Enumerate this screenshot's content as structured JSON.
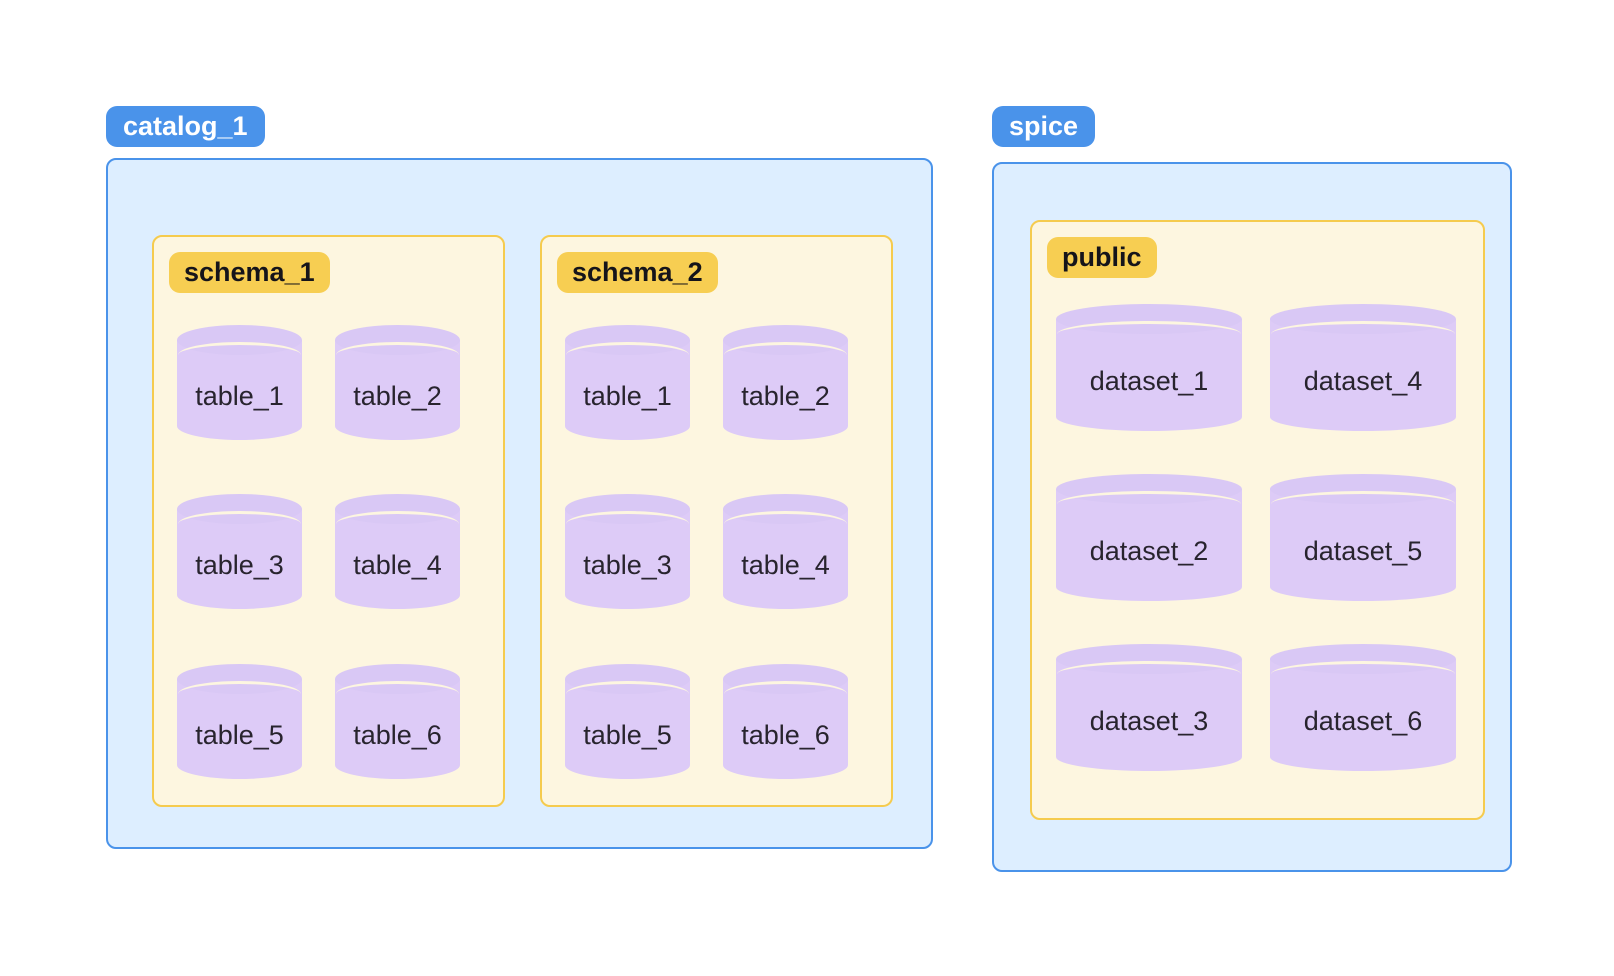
{
  "diagram": {
    "type": "data-hierarchy",
    "background_color": "#ffffff",
    "colors": {
      "catalog_fill": "#ddeeff",
      "catalog_border": "#4a93ea",
      "catalog_badge": "#4a93ea",
      "catalog_badge_text": "#ffffff",
      "schema_fill": "#fdf6e0",
      "schema_border": "#f5cb4e",
      "schema_badge": "#f7ce52",
      "schema_badge_text": "#15141a",
      "cylinder_fill": "#ddcbf7",
      "cylinder_top": "#d9c8f5",
      "cylinder_line": "#fdf6e0",
      "label_text": "#28242e"
    },
    "catalogs": [
      {
        "name": "catalog_1",
        "badge_label": "catalog_1",
        "schemas": [
          {
            "name": "schema_1",
            "badge_label": "schema_1",
            "objects": [
              {
                "label": "table_1",
                "icon": "database-cylinder-icon"
              },
              {
                "label": "table_2",
                "icon": "database-cylinder-icon"
              },
              {
                "label": "table_3",
                "icon": "database-cylinder-icon"
              },
              {
                "label": "table_4",
                "icon": "database-cylinder-icon"
              },
              {
                "label": "table_5",
                "icon": "database-cylinder-icon"
              },
              {
                "label": "table_6",
                "icon": "database-cylinder-icon"
              }
            ]
          },
          {
            "name": "schema_2",
            "badge_label": "schema_2",
            "objects": [
              {
                "label": "table_1",
                "icon": "database-cylinder-icon"
              },
              {
                "label": "table_2",
                "icon": "database-cylinder-icon"
              },
              {
                "label": "table_3",
                "icon": "database-cylinder-icon"
              },
              {
                "label": "table_4",
                "icon": "database-cylinder-icon"
              },
              {
                "label": "table_5",
                "icon": "database-cylinder-icon"
              },
              {
                "label": "table_6",
                "icon": "database-cylinder-icon"
              }
            ]
          }
        ]
      },
      {
        "name": "spice",
        "badge_label": "spice",
        "schemas": [
          {
            "name": "public",
            "badge_label": "public",
            "objects": [
              {
                "label": "dataset_1",
                "icon": "database-cylinder-icon"
              },
              {
                "label": "dataset_2",
                "icon": "database-cylinder-icon"
              },
              {
                "label": "dataset_3",
                "icon": "database-cylinder-icon"
              },
              {
                "label": "dataset_4",
                "icon": "database-cylinder-icon"
              },
              {
                "label": "dataset_5",
                "icon": "database-cylinder-icon"
              },
              {
                "label": "dataset_6",
                "icon": "database-cylinder-icon"
              }
            ]
          }
        ]
      }
    ]
  }
}
